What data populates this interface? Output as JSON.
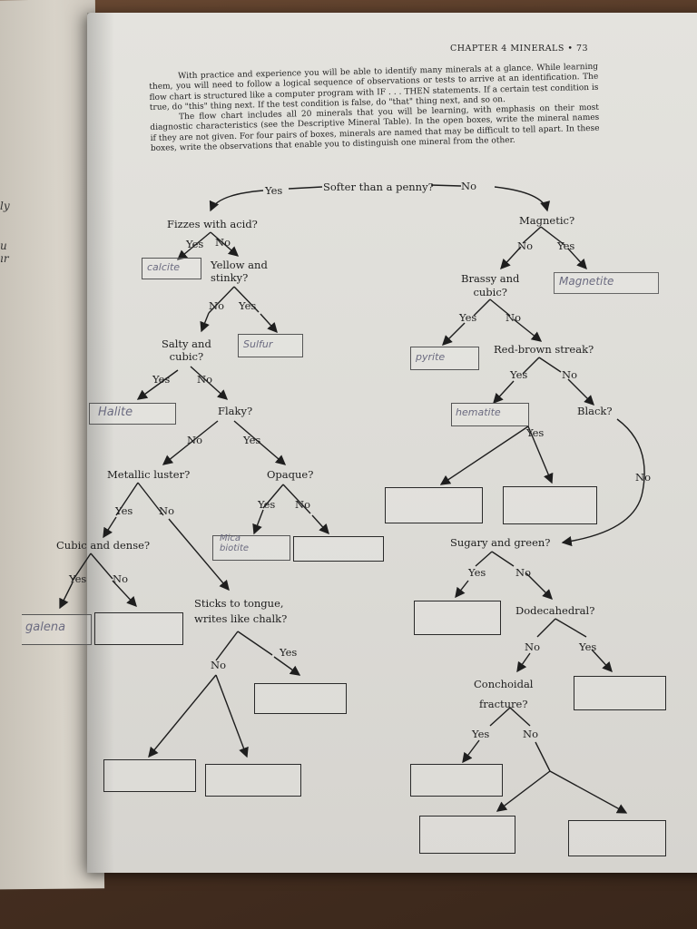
{
  "header": {
    "running_head": "CHAPTER 4   MINERALS  •  73"
  },
  "intro": {
    "p1": "With practice and experience you will be able to identify many minerals at a glance. While learning them, you will need to follow a logical sequence of observations or tests to arrive at an identification. The flow chart is structured like a computer program with IF . . . THEN statements. If a certain test condition is true, do \"this\" thing next. If the test condition is false, do \"that\" thing next, and so on.",
    "p2": "The flow chart includes all 20 minerals that you will be learning, with emphasis on their most diagnostic characteristics (see the Descriptive Mineral Table). In the open boxes, write the mineral names if they are not given. For four pairs of boxes, minerals are named that may be difficult to tell apart. In these boxes, write the observations that enable you to distinguish one mineral from the other."
  },
  "left_page_margin": {
    "fragments": [
      "ly",
      "u",
      "ır"
    ]
  },
  "flowchart": {
    "root": "Softer than a penny?",
    "questions": {
      "fizzes": "Fizzes with acid?",
      "yellow": "Yellow and\nstinky?",
      "salty": "Salty and\ncubic?",
      "flaky": "Flaky?",
      "metallic": "Metallic luster?",
      "opaque": "Opaque?",
      "cubic_dense": "Cubic and dense?",
      "sticks": "Sticks to tongue,\nwrites like chalk?",
      "magnetic": "Magnetic?",
      "brassy": "Brassy and\ncubic?",
      "redbrown": "Red-brown streak?",
      "black": "Black?",
      "sugary": "Sugary and green?",
      "dodeca": "Dodecahedral?",
      "conchoidal": "Conchoidal\nfracture?"
    },
    "labels": {
      "yes": "Yes",
      "no": "No"
    },
    "handwritten": {
      "calcite": "calcite",
      "sulfur": "Sulfur",
      "halite": "Halite",
      "mica": "Mica\nbiotite",
      "galena": "galena",
      "magnetite": "Magnetite",
      "pyrite": "pyrite",
      "hematite": "hematite"
    }
  }
}
